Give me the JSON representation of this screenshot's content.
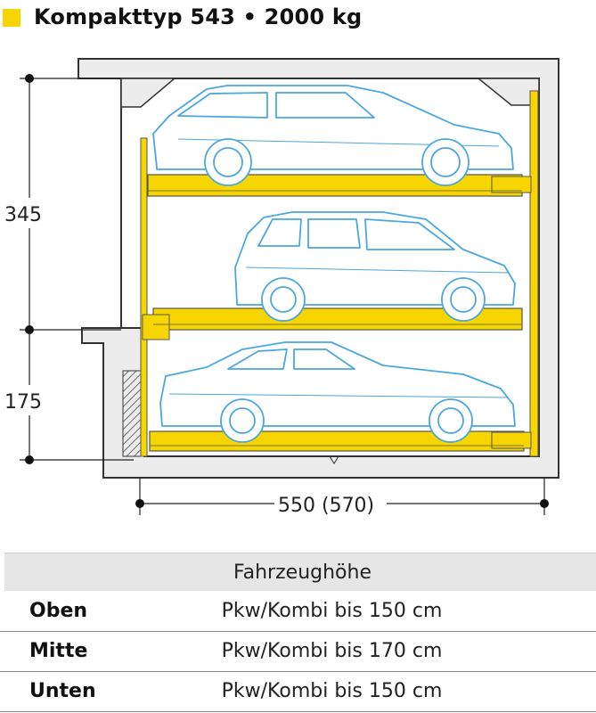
{
  "header": {
    "title": "Kompakttyp 543 • 2000 kg",
    "accent_color": "#f6d500"
  },
  "diagram": {
    "dim_upper": "345",
    "dim_lower": "175",
    "dim_width": "550 (570)",
    "platform_color": "#f6d500",
    "car_outline_color": "#4aa7e0",
    "wall_color": "#ececec"
  },
  "table": {
    "header": "Fahrzeughöhe",
    "rows": [
      {
        "label": "Oben",
        "value": "Pkw/Kombi bis 150 cm"
      },
      {
        "label": "Mitte",
        "value": "Pkw/Kombi bis 170 cm"
      },
      {
        "label": "Unten",
        "value": "Pkw/Kombi bis 150 cm"
      }
    ]
  }
}
